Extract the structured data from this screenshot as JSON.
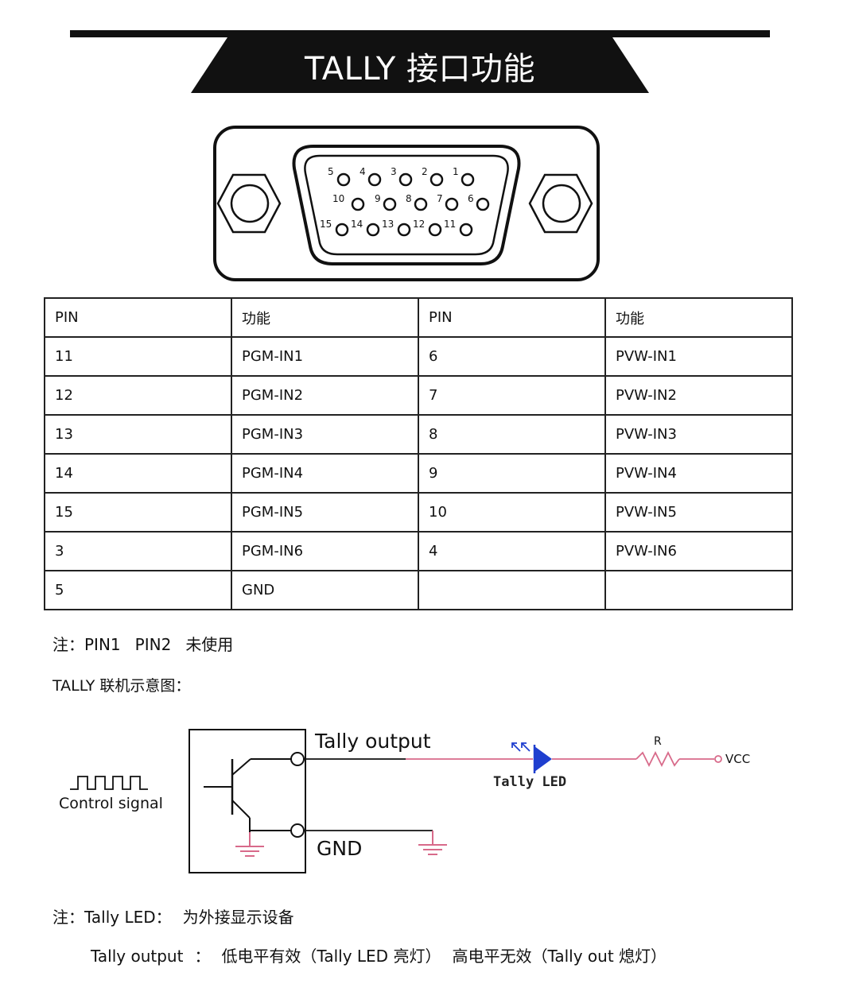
{
  "header": {
    "title": "TALLY 接口功能"
  },
  "connector": {
    "row1": [
      "5",
      "4",
      "3",
      "2",
      "1"
    ],
    "row2": [
      "10",
      "9",
      "8",
      "7",
      "6"
    ],
    "row3": [
      "15",
      "14",
      "13",
      "12",
      "11"
    ]
  },
  "table": {
    "headers": [
      "PIN",
      "功能",
      "PIN",
      "功能"
    ],
    "rows": [
      [
        "11",
        "PGM-IN1",
        "6",
        "PVW-IN1"
      ],
      [
        "12",
        "PGM-IN2",
        "7",
        "PVW-IN2"
      ],
      [
        "13",
        "PGM-IN3",
        "8",
        "PVW-IN3"
      ],
      [
        "14",
        "PGM-IN4",
        "9",
        "PVW-IN4"
      ],
      [
        "15",
        "PGM-IN5",
        "10",
        "PVW-IN5"
      ],
      [
        "3",
        "PGM-IN6",
        "4",
        "PVW-IN6"
      ],
      [
        "5",
        "GND",
        "",
        ""
      ]
    ]
  },
  "note1": {
    "prefix": "注：",
    "pin1": "PIN1",
    "pin2": "PIN2",
    "text": "未使用"
  },
  "diagram": {
    "title": "TALLY 联机示意图：",
    "tally_output": "Tally output",
    "gnd": "GND",
    "control_signal": "Control signal",
    "led": "Tally LED",
    "resistor": "R",
    "vcc": "VCC"
  },
  "note2": {
    "prefix": "注：",
    "label": "Tally LED：",
    "text": "为外接显示设备"
  },
  "note3": {
    "label": "Tally output",
    "colon": "：",
    "low": "低电平有效（Tally LED 亮灯）",
    "high": "高电平无效（Tally out 熄灯）"
  },
  "colors": {
    "header_bg": "#111111",
    "led": "#1f3fcf",
    "wire_pink": "#d86a8a"
  }
}
